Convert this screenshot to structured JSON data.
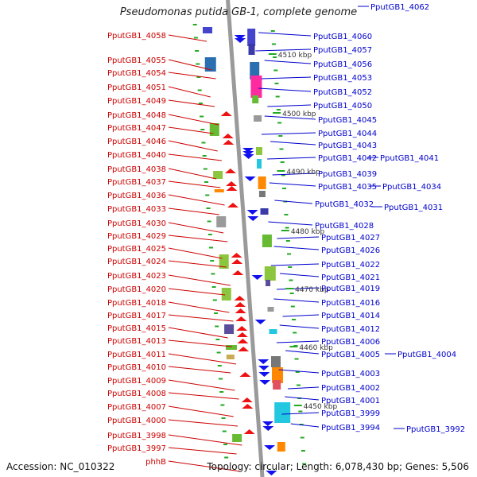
{
  "title": "Pseudomonas putida GB-1, complete genome",
  "footer": {
    "accession": "Accession: NC_010322",
    "topology": "Topology: circular; Length: 6,078,430 bp; Genes: 5,506"
  },
  "colors": {
    "left_label": "#cc0000",
    "right_label": "#0000cc",
    "backbone": "#9a9a9a"
  },
  "scale_labels": [
    "4510 kbp",
    "4500 kbp",
    "4490 kbp",
    "4480 kbp",
    "4470 kbp",
    "4460 kbp",
    "4450 kbp"
  ],
  "left_genes": [
    "PputGB1_4058",
    "PputGB1_4055",
    "PputGB1_4054",
    "PputGB1_4051",
    "PputGB1_4049",
    "PputGB1_4048",
    "PputGB1_4047",
    "PputGB1_4046",
    "PputGB1_4040",
    "PputGB1_4038",
    "PputGB1_4037",
    "PputGB1_4036",
    "PputGB1_4033",
    "PputGB1_4030",
    "PputGB1_4029",
    "PputGB1_4025",
    "PputGB1_4024",
    "PputGB1_4023",
    "PputGB1_4020",
    "PputGB1_4018",
    "PputGB1_4017",
    "PputGB1_4015",
    "PputGB1_4013",
    "PputGB1_4011",
    "PputGB1_4010",
    "PputGB1_4009",
    "PputGB1_4008",
    "PputGB1_4007",
    "PputGB1_4000",
    "PputGB1_3998",
    "PputGB1_3997",
    "phhB"
  ],
  "right_genes": [
    "PputGB1_4062",
    "PputGB1_4060",
    "PputGB1_4057",
    "PputGB1_4056",
    "PputGB1_4053",
    "PputGB1_4052",
    "PputGB1_4050",
    "PputGB1_4045",
    "PputGB1_4044",
    "PputGB1_4043",
    "PputGB1_4042",
    "PputGB1_4041",
    "PputGB1_4039",
    "PputGB1_4035",
    "PputGB1_4034",
    "PputGB1_4032",
    "PputGB1_4031",
    "PputGB1_4028",
    "PputGB1_4027",
    "PputGB1_4026",
    "PputGB1_4022",
    "PputGB1_4021",
    "PputGB1_4019",
    "PputGB1_4016",
    "PputGB1_4014",
    "PputGB1_4012",
    "PputGB1_4006",
    "PputGB1_4005",
    "PputGB1_4004",
    "PputGB1_4003",
    "PputGB1_4002",
    "PputGB1_4001",
    "PputGB1_3999",
    "PputGB1_3994",
    "PputGB1_3992"
  ]
}
